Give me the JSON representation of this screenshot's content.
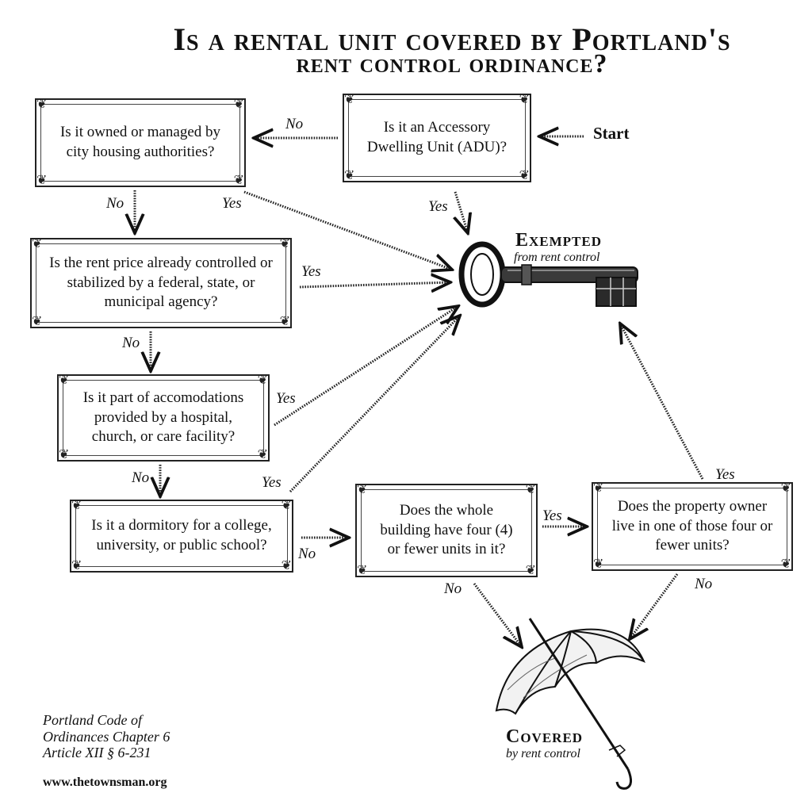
{
  "title_line1": "Is a rental unit covered by Portland's",
  "title_line2": "rent control ordinance?",
  "start_label": "Start",
  "boxes": {
    "adu": "Is it an Accessory Dwelling Unit (ADU)?",
    "housing_authority": "Is it owned or managed by city housing authorities?",
    "rent_controlled": "Is the rent price already controlled or stabilized by a federal, state, or municipal agency?",
    "accommodations": "Is it part of accomodations provided by a hospital, church, or care facility?",
    "dormitory": "Is it a dormitory for a college, university, or public school?",
    "four_units": "Does the whole building have four (4) or fewer units in it?",
    "owner_lives": "Does the property owner live in one of those four or fewer units?"
  },
  "edge_labels": {
    "adu_no": "No",
    "adu_yes": "Yes",
    "housing_no": "No",
    "housing_yes": "Yes",
    "rent_yes": "Yes",
    "rent_no": "No",
    "accom_yes": "Yes",
    "accom_no": "No",
    "dorm_yes": "Yes",
    "dorm_no": "No",
    "four_yes": "Yes",
    "four_no": "No",
    "owner_yes": "Yes",
    "owner_no": "No"
  },
  "exempted": {
    "title": "Exempted",
    "subtitle": "from rent control"
  },
  "covered": {
    "title": "Covered",
    "subtitle": "by rent control"
  },
  "citation": {
    "line1": "Portland Code of",
    "line2": "Ordinances Chapter 6",
    "line3": "Article XII § 6-231"
  },
  "website": "www.thetownsman.org",
  "icons": {
    "exempted": "skeleton-key-icon",
    "covered": "umbrella-icon"
  }
}
